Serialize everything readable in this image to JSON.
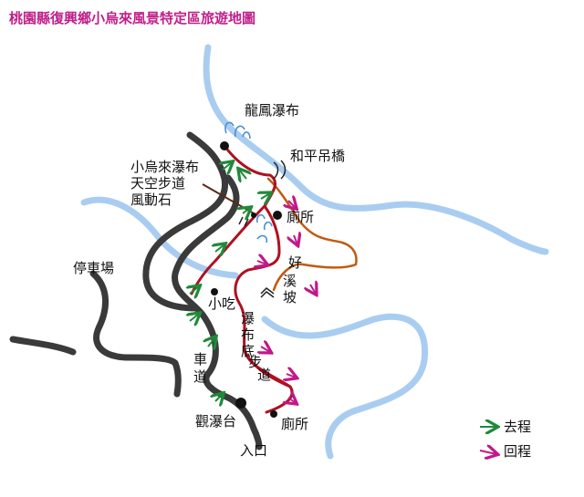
{
  "title": "桃園縣復興鄉小烏來風景特定區旅遊地圖",
  "colors": {
    "title": "#c0208a",
    "river": "#a9cdf0",
    "road": "#3a3a3a",
    "trail": "#b01020",
    "alt_trail": "#c25a10",
    "outbound_arrow": "#1f8a3a",
    "return_arrow": "#c2188a",
    "waterfall": "#4a90d0"
  },
  "places": {
    "dragon_phoenix_falls": "龍鳳瀑布",
    "peace_bridge": "和平吊橋",
    "xiaowulai_falls_1": "小烏來瀑布",
    "xiaowulai_falls_2": "天空步道",
    "xiaowulai_falls_3": "風動石",
    "toilet_top": "廁所",
    "parking": "停車場",
    "snack": "小吃",
    "haoxi_slope": [
      "好",
      "溪",
      "坡"
    ],
    "falls_bottom_trail": [
      "瀑",
      "布",
      "底",
      "步",
      "道"
    ],
    "road": [
      "車",
      "道"
    ],
    "observation_deck": "觀瀑台",
    "toilet_bottom": "廁所",
    "entrance": "入口"
  },
  "legend": {
    "outbound": "去程",
    "return": "回程"
  }
}
